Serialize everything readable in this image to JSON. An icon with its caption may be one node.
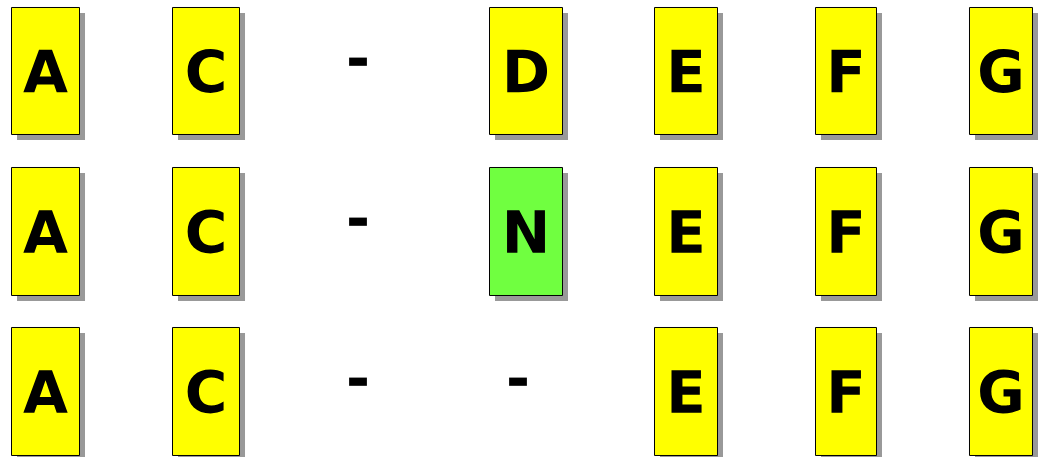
{
  "diagram": {
    "nodes": [
      {
        "text": [
          "A"
        ]
      },
      {
        "text": [
          "C"
        ]
      },
      {
        "text": [
          "D"
        ]
      },
      {
        "text": [
          "E"
        ]
      },
      {
        "text": [
          "F"
        ]
      },
      {
        "text": [
          "G"
        ]
      },
      {
        "text": [
          "A"
        ]
      },
      {
        "text": [
          "C"
        ]
      },
      {
        "text": [
          "N"
        ]
      },
      {
        "text": [
          "E"
        ]
      },
      {
        "text": [
          "F"
        ]
      },
      {
        "text": [
          "G"
        ]
      },
      {
        "text": [
          "A"
        ]
      },
      {
        "text": [
          "C"
        ]
      },
      {
        "text": [
          "E"
        ]
      },
      {
        "text": [
          "F"
        ]
      },
      {
        "text": [
          "G"
        ]
      }
    ],
    "labels": [
      "-",
      "-",
      "-",
      "-"
    ]
  }
}
